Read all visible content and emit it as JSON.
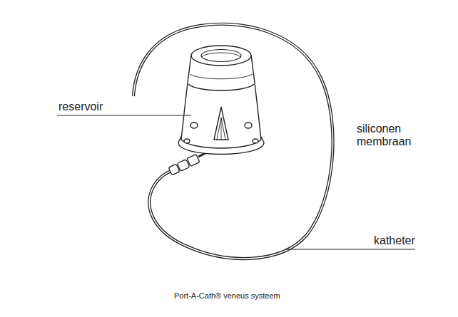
{
  "diagram": {
    "caption": "Port-A-Cath® veneus systeem",
    "labels": [
      "reservoir",
      "siliconen membraan",
      "katheter"
    ]
  }
}
